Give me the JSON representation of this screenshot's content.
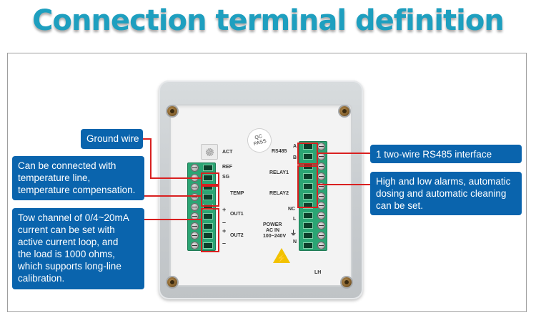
{
  "title": "Connection terminal definition",
  "callouts": {
    "ground_wire": "Ground wire",
    "temperature": [
      "Can be connected with",
      "temperature line,",
      "temperature compensation."
    ],
    "current": [
      "Tow channel of 0/4~20mA",
      "current can be set with",
      "active current loop, and",
      "the load is 1000 ohms,",
      "which supports long-line",
      "calibration."
    ],
    "rs485": "1 two-wire RS485 interface",
    "alarms": [
      "High and low alarms, automatic",
      "dosing and automatic cleaning",
      "can be set."
    ]
  },
  "panel_labels": {
    "act": "ACT",
    "ref": "REF",
    "sg": "SG",
    "temp": "TEMP",
    "out1": "OUT1",
    "out2": "OUT2",
    "plus1": "+",
    "minus1": "–",
    "plus2": "+",
    "minus2": "–",
    "rs485": "RS485",
    "a": "A",
    "b": "B",
    "relay1": "RELAY1",
    "relay2": "RELAY2",
    "nc": "NC",
    "l": "L",
    "n": "N",
    "power": "POWER",
    "acin": "AC IN",
    "voltage": "100~240V",
    "lh": "LH",
    "qc": "QC",
    "pass": "PASS"
  },
  "colors": {
    "title": "#1e9fbf",
    "callout": "#0a64ad",
    "highlight": "#d92020",
    "terminal": "#2ba574"
  }
}
